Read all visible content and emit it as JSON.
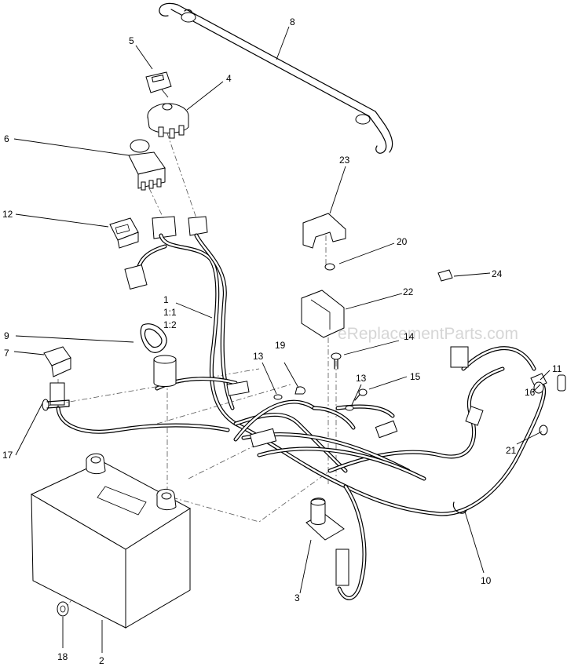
{
  "watermark": "eReplacementParts.com",
  "callouts": [
    {
      "id": "8",
      "text": "8"
    },
    {
      "id": "5",
      "text": "5"
    },
    {
      "id": "4",
      "text": "4"
    },
    {
      "id": "6",
      "text": "6"
    },
    {
      "id": "12",
      "text": "12"
    },
    {
      "id": "23",
      "text": "23"
    },
    {
      "id": "20",
      "text": "20"
    },
    {
      "id": "24",
      "text": "24"
    },
    {
      "id": "22",
      "text": "22"
    },
    {
      "id": "1",
      "text": "1"
    },
    {
      "id": "1_1",
      "text": "1:1"
    },
    {
      "id": "1_2",
      "text": "1:2"
    },
    {
      "id": "9",
      "text": "9"
    },
    {
      "id": "14",
      "text": "14"
    },
    {
      "id": "13a",
      "text": "13"
    },
    {
      "id": "19",
      "text": "19"
    },
    {
      "id": "7",
      "text": "7"
    },
    {
      "id": "13b",
      "text": "13"
    },
    {
      "id": "15",
      "text": "15"
    },
    {
      "id": "11",
      "text": "11"
    },
    {
      "id": "16",
      "text": "16"
    },
    {
      "id": "21",
      "text": "21"
    },
    {
      "id": "17",
      "text": "17"
    },
    {
      "id": "10",
      "text": "10"
    },
    {
      "id": "3",
      "text": "3"
    },
    {
      "id": "18",
      "text": "18"
    },
    {
      "id": "2",
      "text": "2"
    }
  ]
}
